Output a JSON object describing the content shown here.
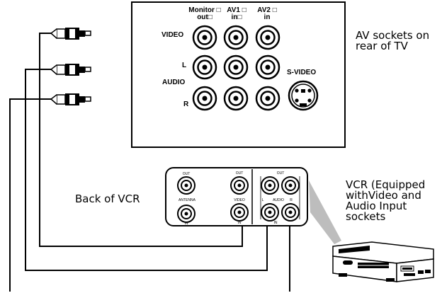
{
  "tv_panel": {
    "header_monitor": "Monitor □",
    "header_monitor_out": "out□",
    "header_av1": "AV1 □",
    "header_av1_in": "in□",
    "header_av2": "AV2 □",
    "header_av2_in": "in",
    "label_video": "VIDEO",
    "label_l": "L",
    "label_audio": "AUDIO",
    "label_r": "R",
    "label_svideo": "S-VIDEO"
  },
  "vcr_panel": {
    "out_left": "OUT",
    "out_mid": "OUT",
    "out_right": "OUT",
    "antenna": "ANTENNA",
    "in_left": "IN",
    "video": "VIDEO",
    "in_video": "IN",
    "label_l": "L",
    "audio": "AUDIO",
    "label_r": "R",
    "in_audio": "IN"
  },
  "captions": {
    "tv_lines": [
      "AV  sockets on",
      "rear of TV"
    ],
    "back_of_vcr": "Back of VCR",
    "vcr_lines": [
      "VCR (Equipped",
      "withVideo and",
      "Audio Input",
      "sockets"
    ]
  }
}
